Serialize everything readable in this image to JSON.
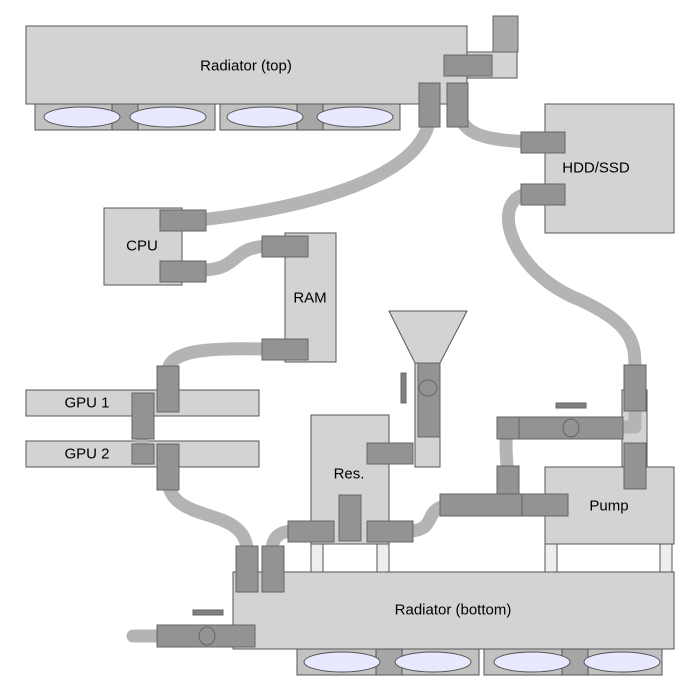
{
  "labels": {
    "radiator_top": "Radiator (top)",
    "hdd_ssd": "HDD/SSD",
    "cpu": "CPU",
    "ram": "RAM",
    "gpu1": "GPU 1",
    "gpu2": "GPU 2",
    "reservoir": "Res.",
    "pump": "Pump",
    "radiator_bottom": "Radiator (bottom)"
  },
  "colors": {
    "component_fill": "#d3d3d3",
    "component_stroke": "#555555",
    "tube": "#b4b4b4",
    "fitting": "#939393",
    "fitting_stroke": "#666666",
    "fan_blade": "#e8e8ff",
    "fan_frame": "#c2c2c2"
  }
}
